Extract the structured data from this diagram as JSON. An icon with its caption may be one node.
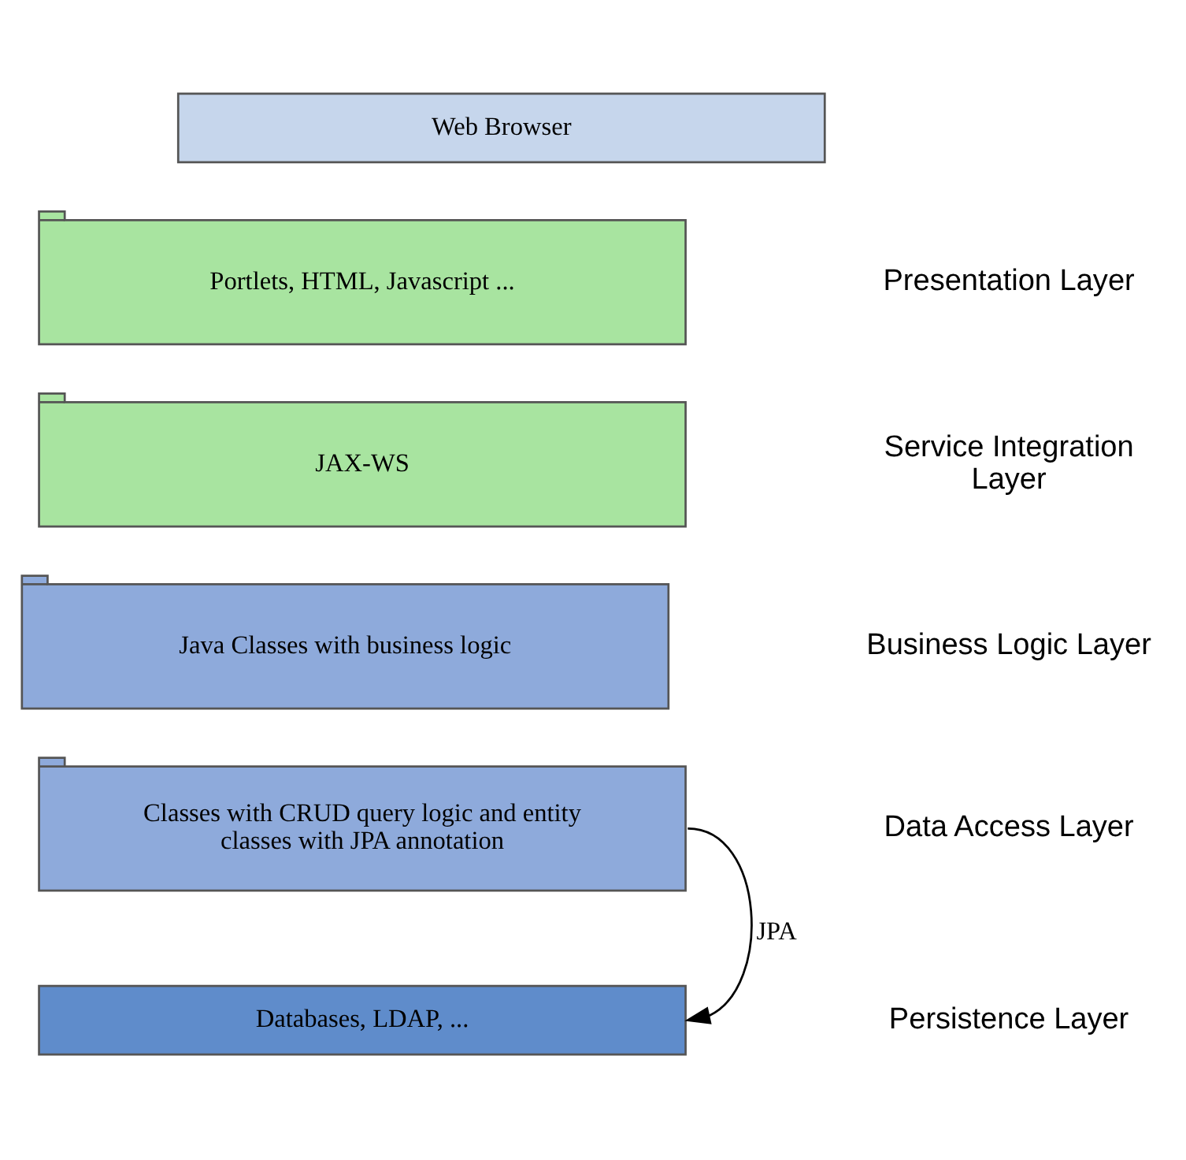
{
  "diagram": {
    "nodes": [
      {
        "text": [
          "Web Browser"
        ]
      },
      {
        "text": [
          "Portlets, HTML, Javascript ..."
        ]
      },
      {
        "text": [
          "JAX-WS"
        ]
      },
      {
        "text": [
          "Java Classes with business logic"
        ]
      },
      {
        "text": [
          "Classes with CRUD query logic and entity classes with JPA annotation"
        ]
      },
      {
        "text": [
          "Databases, LDAP, ..."
        ]
      }
    ],
    "edges": [
      {
        "from": 4,
        "to": 5,
        "arrow": "to",
        "label": "JPA"
      }
    ],
    "labels": [
      "Presentation Layer",
      "Service Integration Layer",
      "Business Logic Layer",
      "Data Access Layer",
      "Persistence Layer"
    ]
  }
}
